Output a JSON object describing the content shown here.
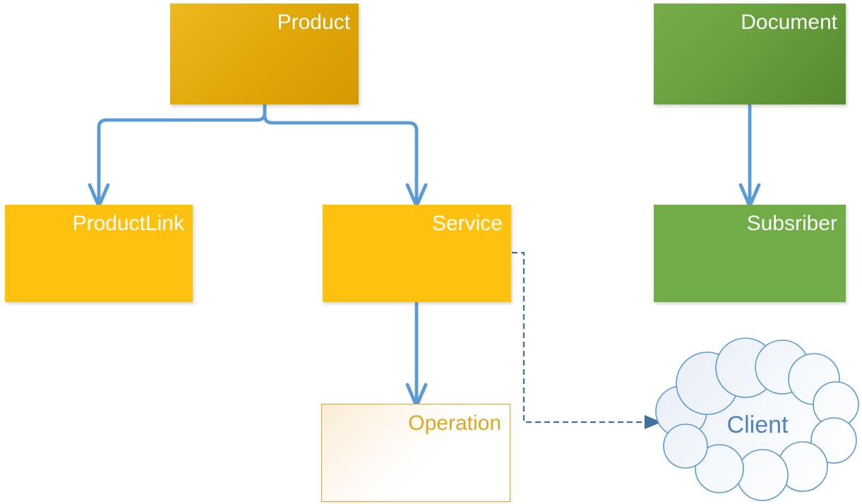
{
  "diagram": {
    "background_color": "#FFFFFF",
    "nodes": {
      "product": {
        "label": "Product",
        "shape": "rectangle",
        "fill": "gold-gradient",
        "fill_from": "#EFB81F",
        "fill_to": "#D49A00",
        "text_color": "#FFFFFF"
      },
      "document": {
        "label": "Document",
        "shape": "rectangle",
        "fill": "green-gradient",
        "fill_from": "#76AD4A",
        "fill_to": "#568A2F",
        "text_color": "#FFFFFF"
      },
      "product_link": {
        "label": "ProductLink",
        "shape": "rectangle",
        "fill": "#FEC110",
        "text_color": "#FFFFFF"
      },
      "service": {
        "label": "Service",
        "shape": "rectangle",
        "fill": "#FEC110",
        "text_color": "#FFFFFF"
      },
      "subscriber": {
        "label": "Subsriber",
        "shape": "rectangle",
        "fill": "#70AD47",
        "text_color": "#FFFFFF"
      },
      "operation": {
        "label": "Operation",
        "shape": "rectangle",
        "fill": "white-peach-gradient",
        "border_color": "#D9A62A",
        "text_color": "#E0A71E"
      },
      "client": {
        "label": "Client",
        "shape": "cloud",
        "fill": "white-blue-gradient",
        "border_color": "#5B9BD5",
        "text_color": "#4E81BD"
      }
    },
    "connectors": [
      {
        "from": "Product",
        "to": "ProductLink",
        "line": "solid",
        "route": "elbow",
        "color": "#5B9BD5",
        "arrowhead": "open-v"
      },
      {
        "from": "Product",
        "to": "Service",
        "line": "solid",
        "route": "elbow",
        "color": "#5B9BD5",
        "arrowhead": "open-v"
      },
      {
        "from": "Document",
        "to": "Subsriber",
        "line": "solid",
        "route": "straight",
        "color": "#5B9BD5",
        "arrowhead": "open-v"
      },
      {
        "from": "Service",
        "to": "Operation",
        "line": "solid",
        "route": "straight",
        "color": "#5B9BD5",
        "arrowhead": "open-v"
      },
      {
        "from": "Service",
        "to": "Client",
        "line": "dashed",
        "route": "elbow",
        "color": "#41719C",
        "arrowhead": "filled-triangle"
      }
    ],
    "colors": {
      "connector_blue": "#5B9BD5",
      "dashed_connector_blue": "#41719C",
      "amber_flat": "#FEC110",
      "green_flat": "#70AD47",
      "operation_border": "#D9A62A",
      "operation_text": "#E0A71E",
      "client_text": "#4E81BD"
    }
  }
}
